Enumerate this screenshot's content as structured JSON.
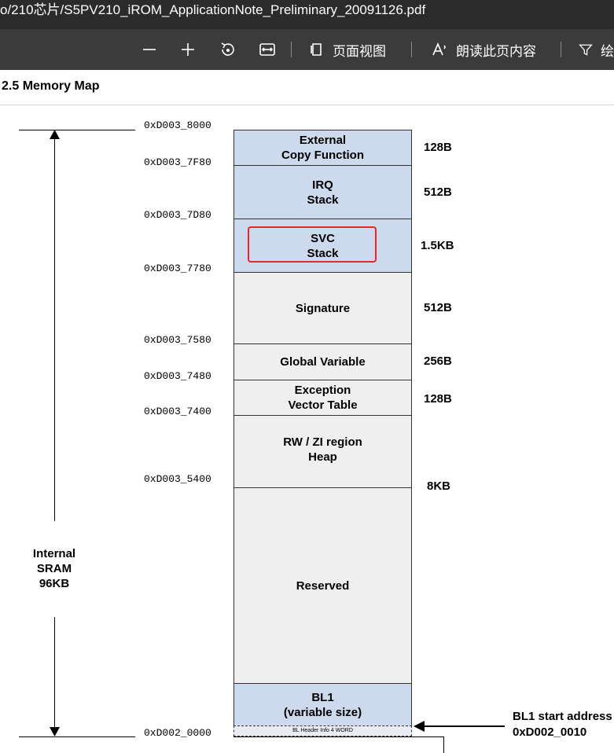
{
  "window": {
    "title": "o/210芯片/S5PV210_iROM_ApplicationNote_Preliminary_20091126.pdf"
  },
  "toolbar": {
    "page_view_label": "页面视图",
    "read_aloud_label": "朗读此页内容",
    "draw_label": "绘"
  },
  "document": {
    "section_heading": "2.5 Memory Map",
    "addresses": [
      "0xD003_8000",
      "0xD003_7F80",
      "0xD003_7D80",
      "0xD003_7780",
      "0xD003_7580",
      "0xD003_7480",
      "0xD003_7400",
      "0xD003_5400",
      "0xD002_0000"
    ],
    "regions": [
      {
        "line1": "External",
        "line2": "Copy Function",
        "size": "128B"
      },
      {
        "line1": "IRQ",
        "line2": "Stack",
        "size": "512B"
      },
      {
        "line1": "SVC",
        "line2": "Stack",
        "size": "1.5KB"
      },
      {
        "line1": "Signature",
        "line2": "",
        "size": "512B"
      },
      {
        "line1": "Global Variable",
        "line2": "",
        "size": "256B"
      },
      {
        "line1": "Exception",
        "line2": "Vector Table",
        "size": "128B"
      },
      {
        "line1": "RW / ZI region",
        "line2": "Heap",
        "size": "8KB"
      },
      {
        "line1": "Reserved",
        "line2": "",
        "size": ""
      },
      {
        "line1": "BL1",
        "line2": "(variable size)",
        "size": ""
      }
    ],
    "bl_header": "BL Header Info 4 WORD",
    "sram_label": {
      "line1": "Internal",
      "line2": "SRAM",
      "line3": "96KB"
    },
    "bl1_note": {
      "line1": "BL1 start address",
      "line2": "0xD002_0010"
    }
  },
  "colors": {
    "region_blue": "#cdd9ec",
    "region_grey": "#efefef",
    "highlight": "#e8262b"
  }
}
